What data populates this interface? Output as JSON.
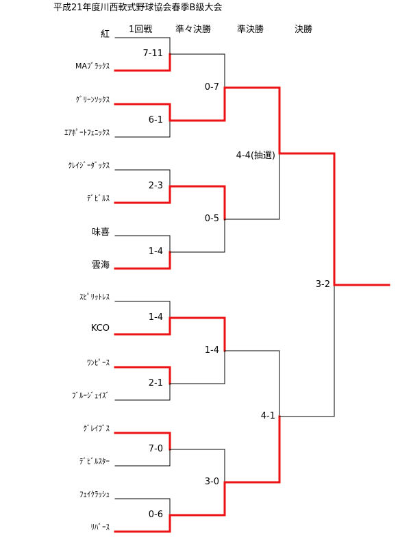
{
  "title": "平成21年度川西軟式野球協会春季B級大会",
  "rounds": [
    "1回戦",
    "準々決勝",
    "準決勝",
    "決勝"
  ],
  "teams": [
    "紅",
    "MAﾌﾞﾗｯｸｽ",
    "ｸﾞﾘｰﾝｿｯｸｽ",
    "ｴｱﾎﾟｰﾄﾌｪﾆｯｸｽ",
    "ｸﾚｲｼﾞｰﾀﾞｯｸｽ",
    "ﾃﾞﾋﾞﾙｽ",
    "味喜",
    "雲海",
    "ｽﾋﾟﾘｯﾄﾚｽ",
    "KCO",
    "ﾜﾝﾋﾟｰｽ",
    "ﾌﾞﾙｰｼﾞｪｲｽﾞ",
    "ｸﾞﾚｲﾌﾞｽ",
    "ﾃﾞﾋﾞﾙｽﾀｰ",
    "ﾌｪｲｸﾗｯｼｭ",
    "ﾘﾊﾞｰｽ"
  ],
  "r1_scores": [
    "7-11",
    "6-1",
    "2-3",
    "1-4",
    "1-4",
    "2-1",
    "7-0",
    "0-6"
  ],
  "qf_scores": [
    "0-7",
    "0-5",
    "1-4",
    "3-0"
  ],
  "sf_scores": [
    "4-4(抽選)",
    "4-1"
  ],
  "final_score": "3-2",
  "colors": {
    "winner_line": "#ee1111",
    "line": "#000000"
  }
}
